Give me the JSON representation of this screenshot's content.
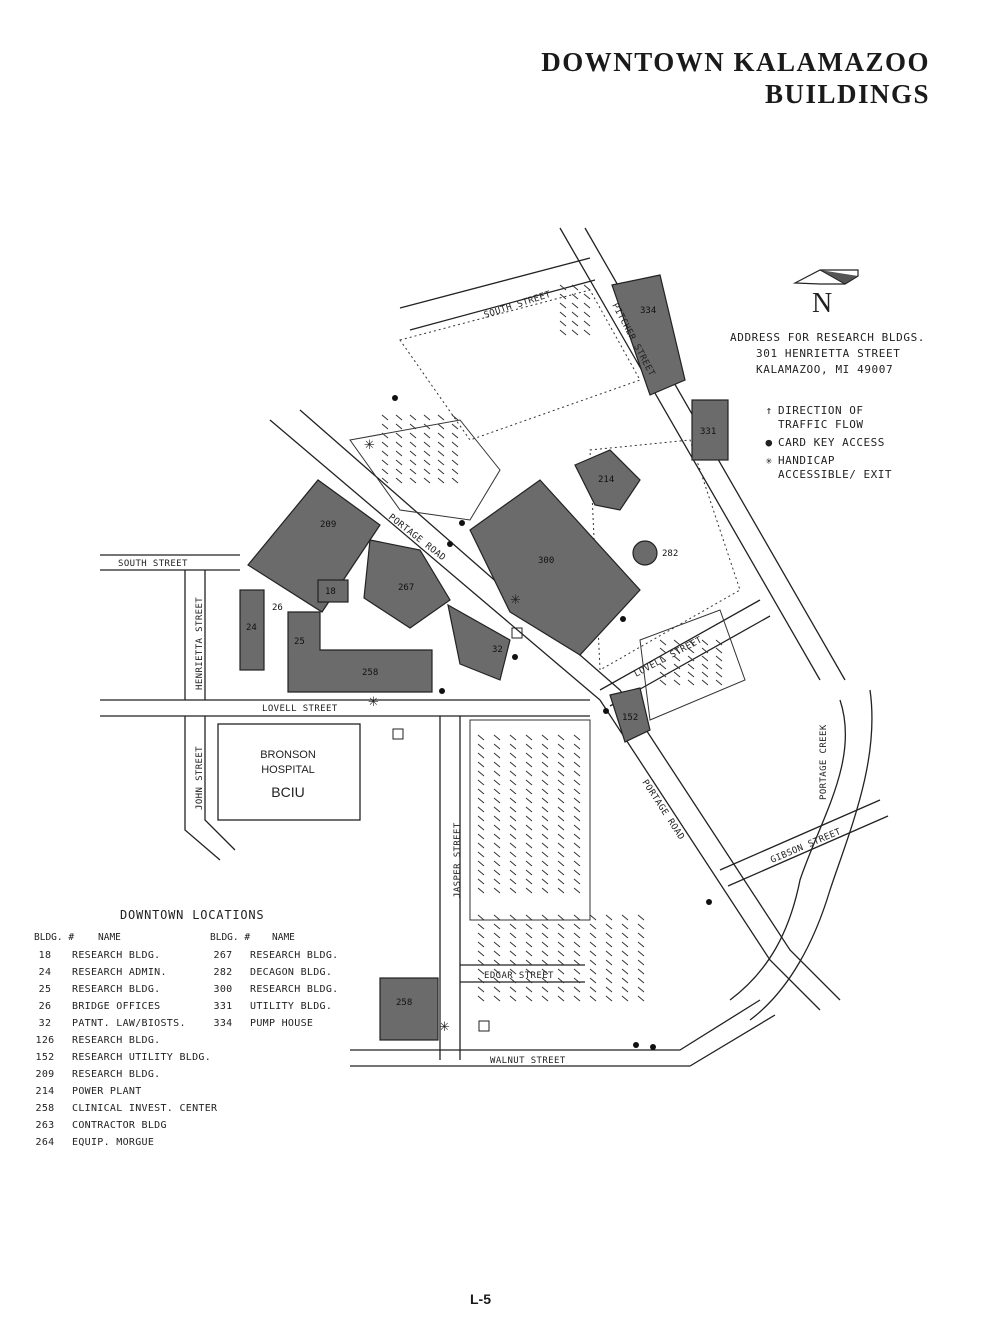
{
  "title": {
    "line1": "DOWNTOWN  KALAMAZOO",
    "line2": "BUILDINGS"
  },
  "address": {
    "line1": "ADDRESS FOR RESEARCH BLDGS.",
    "line2": "301 HENRIETTA STREET",
    "line3": "KALAMAZOO, MI  49007"
  },
  "key": {
    "traffic": "DIRECTION OF TRAFFIC FLOW",
    "card": "CARD KEY ACCESS",
    "handicap": "HANDICAP ACCESSIBLE/ EXIT"
  },
  "streets": {
    "south_top": "SOUTH STREET",
    "south_left": "SOUTH STREET",
    "pitcher": "PITCHER STREET",
    "portage_upper": "PORTAGE ROAD",
    "portage_lower": "PORTAGE ROAD",
    "henrietta": "HENRIETTA STREET",
    "lovell_left": "LOVELL STREET",
    "lovell_right": "LOVELL STREET",
    "john": "JOHN STREET",
    "jasper": "JASPER STREET",
    "edgar": "EDGAR STREET",
    "walnut": "WALNUT STREET",
    "gibson": "GIBSON STREET",
    "creek": "PORTAGE CREEK"
  },
  "hospital": {
    "line1": "BRONSON",
    "line2": "HOSPITAL",
    "line3": "BCIU"
  },
  "map_buildings": [
    "18",
    "24",
    "25",
    "26",
    "32",
    "152",
    "209",
    "214",
    "258",
    "267",
    "282",
    "300",
    "331",
    "334"
  ],
  "legend": {
    "title": "DOWNTOWN LOCATIONS",
    "col1_header_num": "BLDG. #",
    "col1_header_name": "NAME",
    "col2_header_num": "BLDG. #",
    "col2_header_name": "NAME",
    "col1": [
      {
        "num": "18",
        "name": "RESEARCH BLDG."
      },
      {
        "num": "24",
        "name": "RESEARCH ADMIN."
      },
      {
        "num": "25",
        "name": "RESEARCH BLDG."
      },
      {
        "num": "26",
        "name": "BRIDGE OFFICES"
      },
      {
        "num": "32",
        "name": "PATNT. LAW/BIOSTS."
      },
      {
        "num": "126",
        "name": "RESEARCH BLDG."
      },
      {
        "num": "152",
        "name": "RESEARCH UTILITY BLDG."
      },
      {
        "num": "209",
        "name": "RESEARCH BLDG."
      },
      {
        "num": "214",
        "name": "POWER PLANT"
      },
      {
        "num": "258",
        "name": "CLINICAL INVEST. CENTER"
      },
      {
        "num": "263",
        "name": "CONTRACTOR BLDG"
      },
      {
        "num": "264",
        "name": "EQUIP. MORGUE"
      }
    ],
    "col2": [
      {
        "num": "267",
        "name": "RESEARCH BLDG."
      },
      {
        "num": "282",
        "name": "DECAGON BLDG."
      },
      {
        "num": "300",
        "name": "RESEARCH BLDG."
      },
      {
        "num": "331",
        "name": "UTILITY BLDG."
      },
      {
        "num": "334",
        "name": "PUMP HOUSE"
      }
    ]
  },
  "page_number": "L-5"
}
